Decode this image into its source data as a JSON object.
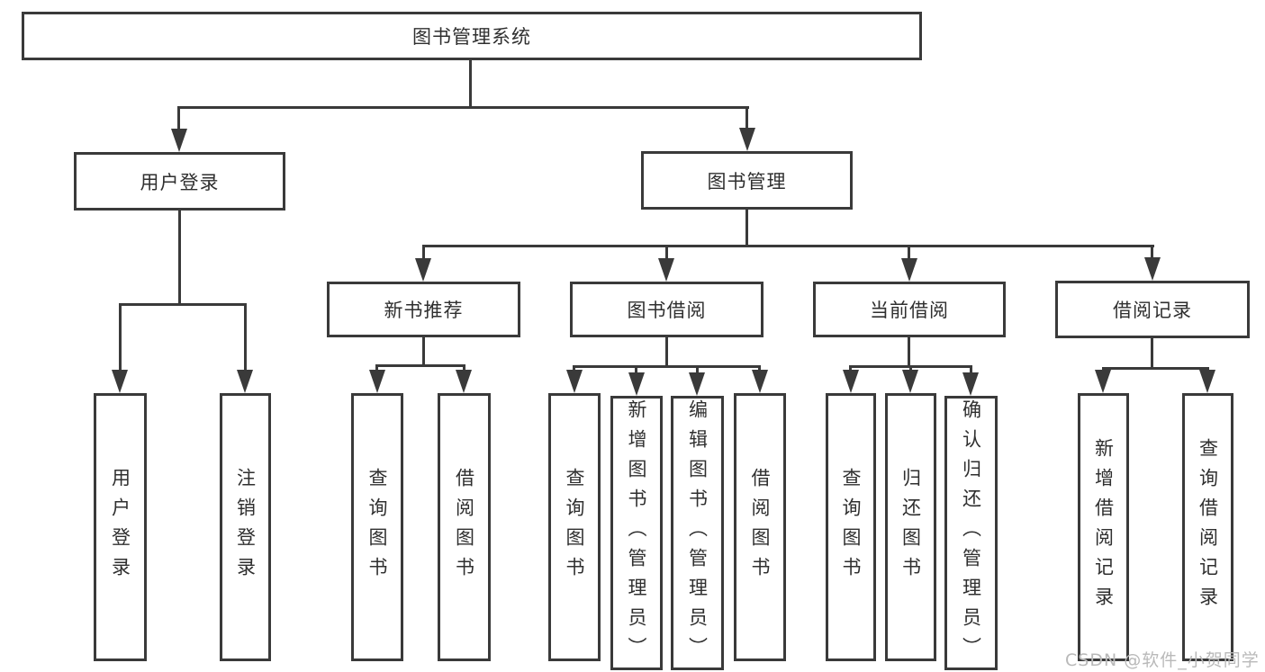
{
  "nodes": {
    "root": "图书管理系统",
    "user_login": "用户登录",
    "book_mgmt": "图书管理",
    "new_book": "新书推荐",
    "book_borrow": "图书借阅",
    "current_borrow": "当前借阅",
    "borrow_record": "借阅记录",
    "leaf_user_login": "用户登录",
    "leaf_logout": "注销登录",
    "leaf_nb_query": "查询图书",
    "leaf_nb_borrow": "借阅图书",
    "leaf_bb_query": "查询图书",
    "leaf_bb_add": "新增图书（管理员）",
    "leaf_bb_edit": "编辑图书（管理员）",
    "leaf_bb_borrow": "借阅图书",
    "leaf_cb_query": "查询图书",
    "leaf_cb_return": "归还图书",
    "leaf_cb_confirm": "确认归还（管理员）",
    "leaf_br_add": "新增借阅记录",
    "leaf_br_query": "查询借阅记录"
  },
  "hierarchy": {
    "图书管理系统": [
      "用户登录",
      "图书管理"
    ],
    "用户登录": [
      "用户登录",
      "注销登录"
    ],
    "图书管理": [
      "新书推荐",
      "图书借阅",
      "当前借阅",
      "借阅记录"
    ],
    "新书推荐": [
      "查询图书",
      "借阅图书"
    ],
    "图书借阅": [
      "查询图书",
      "新增图书（管理员）",
      "编辑图书（管理员）",
      "借阅图书"
    ],
    "当前借阅": [
      "查询图书",
      "归还图书",
      "确认归还（管理员）"
    ],
    "借阅记录": [
      "新增借阅记录",
      "查询借阅记录"
    ]
  },
  "watermark": "CSDN @软件_小贺同学",
  "colors": {
    "line": "#3a3a3a",
    "text": "#2f2f2f",
    "watermark": "#b9b9b9",
    "background": "#ffffff"
  }
}
